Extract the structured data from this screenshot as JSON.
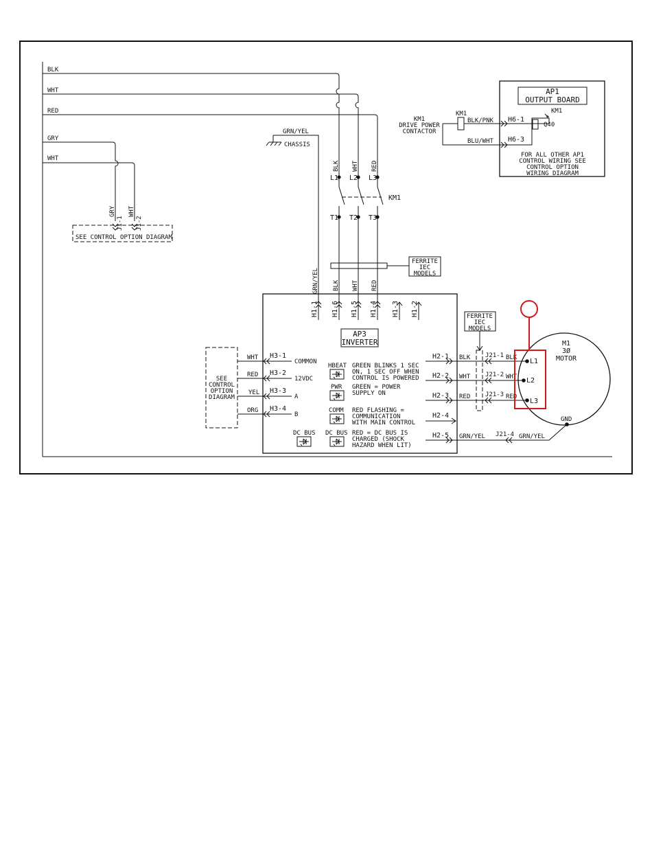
{
  "input_wires": {
    "blk": "BLK",
    "wht": "WHT",
    "red": "RED",
    "gry": "GRY",
    "wht2": "WHT"
  },
  "ground": {
    "wire": "GRN/YEL",
    "label": "CHASSIS"
  },
  "km1": {
    "label": "KM1",
    "poles": {
      "l1": "L1",
      "l2": "L2",
      "l3": "L3",
      "t1": "T1",
      "t2": "T2",
      "t3": "T3"
    },
    "wires": {
      "blk": "BLK",
      "wht": "WHT",
      "red": "RED"
    },
    "coil_label": "KM1",
    "contactor_lines": [
      "KM1",
      "DRIVE POWER",
      "CONTACTOR"
    ],
    "blk_pnk": "BLK/PNK",
    "blu_wht": "BLU/WHT"
  },
  "ap1": {
    "title_lines": [
      "AP1",
      "OUTPUT BOARD"
    ],
    "h6_1": "H6-1",
    "h6_3": "H6-3",
    "relay_label": "KM1",
    "relay_id": "Q40",
    "note_lines": [
      "FOR ALL OTHER AP1",
      "CONTROL WIRING SEE",
      "CONTROL OPTION",
      "WIRING DIAGRAM"
    ]
  },
  "control_option_top": {
    "j1_1": "J1-1",
    "j1_2": "J1-2",
    "gry": "GRY",
    "wht": "WHT",
    "label": "SEE CONTROL OPTION DIAGRAM"
  },
  "ferrite_upper": [
    "FERRITE",
    "IEC",
    "MODELS"
  ],
  "ferrite_lower": [
    "FERRITE",
    "IEC",
    "MODELS"
  ],
  "ap3_inputs": {
    "grn_yel": "GRN/YEL",
    "blk": "BLK",
    "wht": "WHT",
    "red": "RED",
    "h1_1": "H1-1",
    "h1_6": "H1-6",
    "h1_5": "H1-5",
    "h1_4": "H1-4",
    "h1_3": "H1-3",
    "h1_2": "H1-2"
  },
  "ap3": {
    "title_lines": [
      "AP3",
      "INVERTER"
    ],
    "left_pins": [
      {
        "wire": "WHT",
        "pin": "H3-1",
        "signal": "COMMON"
      },
      {
        "wire": "RED",
        "pin": "H3-2",
        "signal": "12VDC"
      },
      {
        "wire": "YEL",
        "pin": "H3-3",
        "signal": "A"
      },
      {
        "wire": "ORG",
        "pin": "H3-4",
        "signal": "B"
      }
    ],
    "leds": [
      {
        "name": "HBEAT",
        "lines": [
          "GREEN BLINKS 1 SEC",
          "ON, 1 SEC OFF WHEN",
          "CONTROL IS POWERED"
        ]
      },
      {
        "name": "PWR",
        "lines": [
          "GREEN = POWER",
          "SUPPLY ON"
        ]
      },
      {
        "name": "COMM",
        "lines": [
          "RED FLASHING =",
          "COMMUNICATION",
          "WITH MAIN CONTROL"
        ]
      },
      {
        "name": "DC BUS",
        "lines": [
          "RED = DC BUS IS",
          "CHARGED (SHOCK",
          "HAZARD WHEN LIT)"
        ]
      }
    ],
    "dc_bus_left": "DC BUS",
    "right_pins": [
      "H2-1",
      "H2-2",
      "H2-3",
      "H2-4",
      "H2-5"
    ]
  },
  "control_option_left": [
    "SEE",
    "CONTROL",
    "OPTION",
    "DIAGRAM"
  ],
  "motor_wiring": {
    "h2_wires": [
      "BLK",
      "WHT",
      "RED",
      "",
      "GRN/YEL"
    ],
    "j21": [
      "J21-1",
      "J21-2",
      "J21-3",
      "J21-4"
    ],
    "motor_wires": [
      "BLK",
      "WHT",
      "RED",
      "GRN/YEL"
    ]
  },
  "motor": {
    "lines": [
      "M1",
      "3Ø",
      "MOTOR"
    ],
    "terminals": [
      "L1",
      "L2",
      "L3"
    ],
    "gnd": "GND"
  },
  "colors": {
    "highlight": "#d31818",
    "ink": "#111111"
  }
}
